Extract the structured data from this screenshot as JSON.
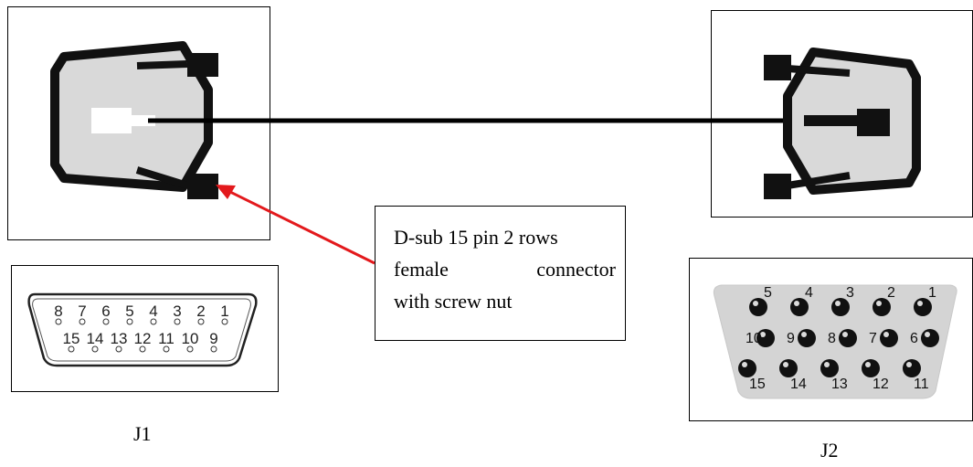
{
  "callout": {
    "line1": "D-sub 15 pin 2 rows",
    "line2_left": "female",
    "line2_right": "connector",
    "line3": "with screw nut"
  },
  "labels": {
    "j1": "J1",
    "j2": "J2"
  },
  "j1_pins": {
    "top_row": [
      "8",
      "7",
      "6",
      "5",
      "4",
      "3",
      "2",
      "1"
    ],
    "bottom_row": [
      "15",
      "14",
      "13",
      "12",
      "11",
      "10",
      "9"
    ]
  },
  "j2_pins": {
    "top_row": [
      "5",
      "4",
      "3",
      "2",
      "1"
    ],
    "middle_row": [
      "10",
      "9",
      "8",
      "7",
      "6"
    ],
    "bottom_row": [
      "15",
      "14",
      "13",
      "12",
      "11"
    ]
  },
  "colors": {
    "arrow": "#e3191c",
    "connector_fill": "#d9d9d9",
    "line": "#000000"
  }
}
